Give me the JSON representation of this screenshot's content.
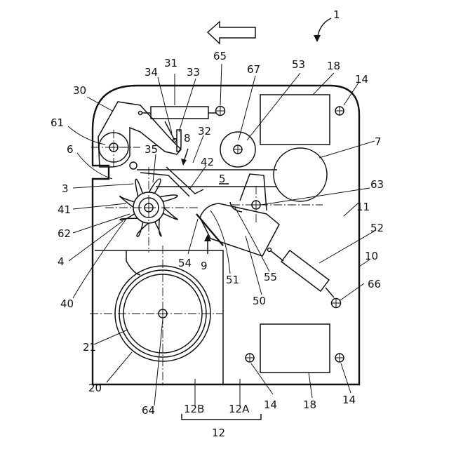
{
  "figure": {
    "direction_arrow": "left-arrow-icon",
    "labels": {
      "l1": "1",
      "l6": "6",
      "l3": "3",
      "l41": "41",
      "l62": "62",
      "l4": "4",
      "l40": "40",
      "l21": "21",
      "l20": "20",
      "l64": "64",
      "l30": "30",
      "l61": "61",
      "l34": "34",
      "l33": "33",
      "l31": "31",
      "l65": "65",
      "l67": "67",
      "l53": "53",
      "l18a": "18",
      "l14a": "14",
      "l8": "8",
      "l32": "32",
      "l35": "35",
      "l42": "42",
      "l7": "7",
      "l5": "5",
      "l63": "63",
      "l11": "11",
      "l52": "52",
      "l10": "10",
      "l66": "66",
      "l54": "54",
      "l9": "9",
      "l51": "51",
      "l55": "55",
      "l50": "50",
      "l14b": "14",
      "l18b": "18",
      "l14c": "14",
      "l12B": "12B",
      "l12A": "12A",
      "l12": "12"
    }
  }
}
